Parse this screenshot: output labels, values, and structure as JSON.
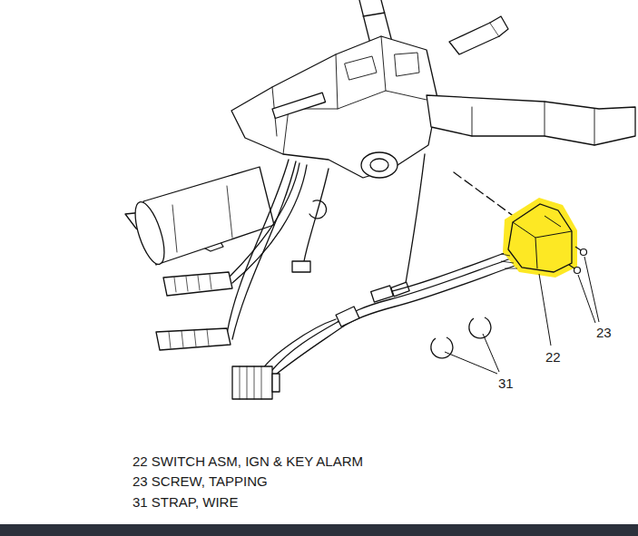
{
  "diagram": {
    "labels": [
      "22",
      "23",
      "31",
      "22 SWITCH ASM, IGN & KEY ALARM",
      "23 SCREW, TAPPING",
      "31 STRAP, WIRE"
    ]
  }
}
